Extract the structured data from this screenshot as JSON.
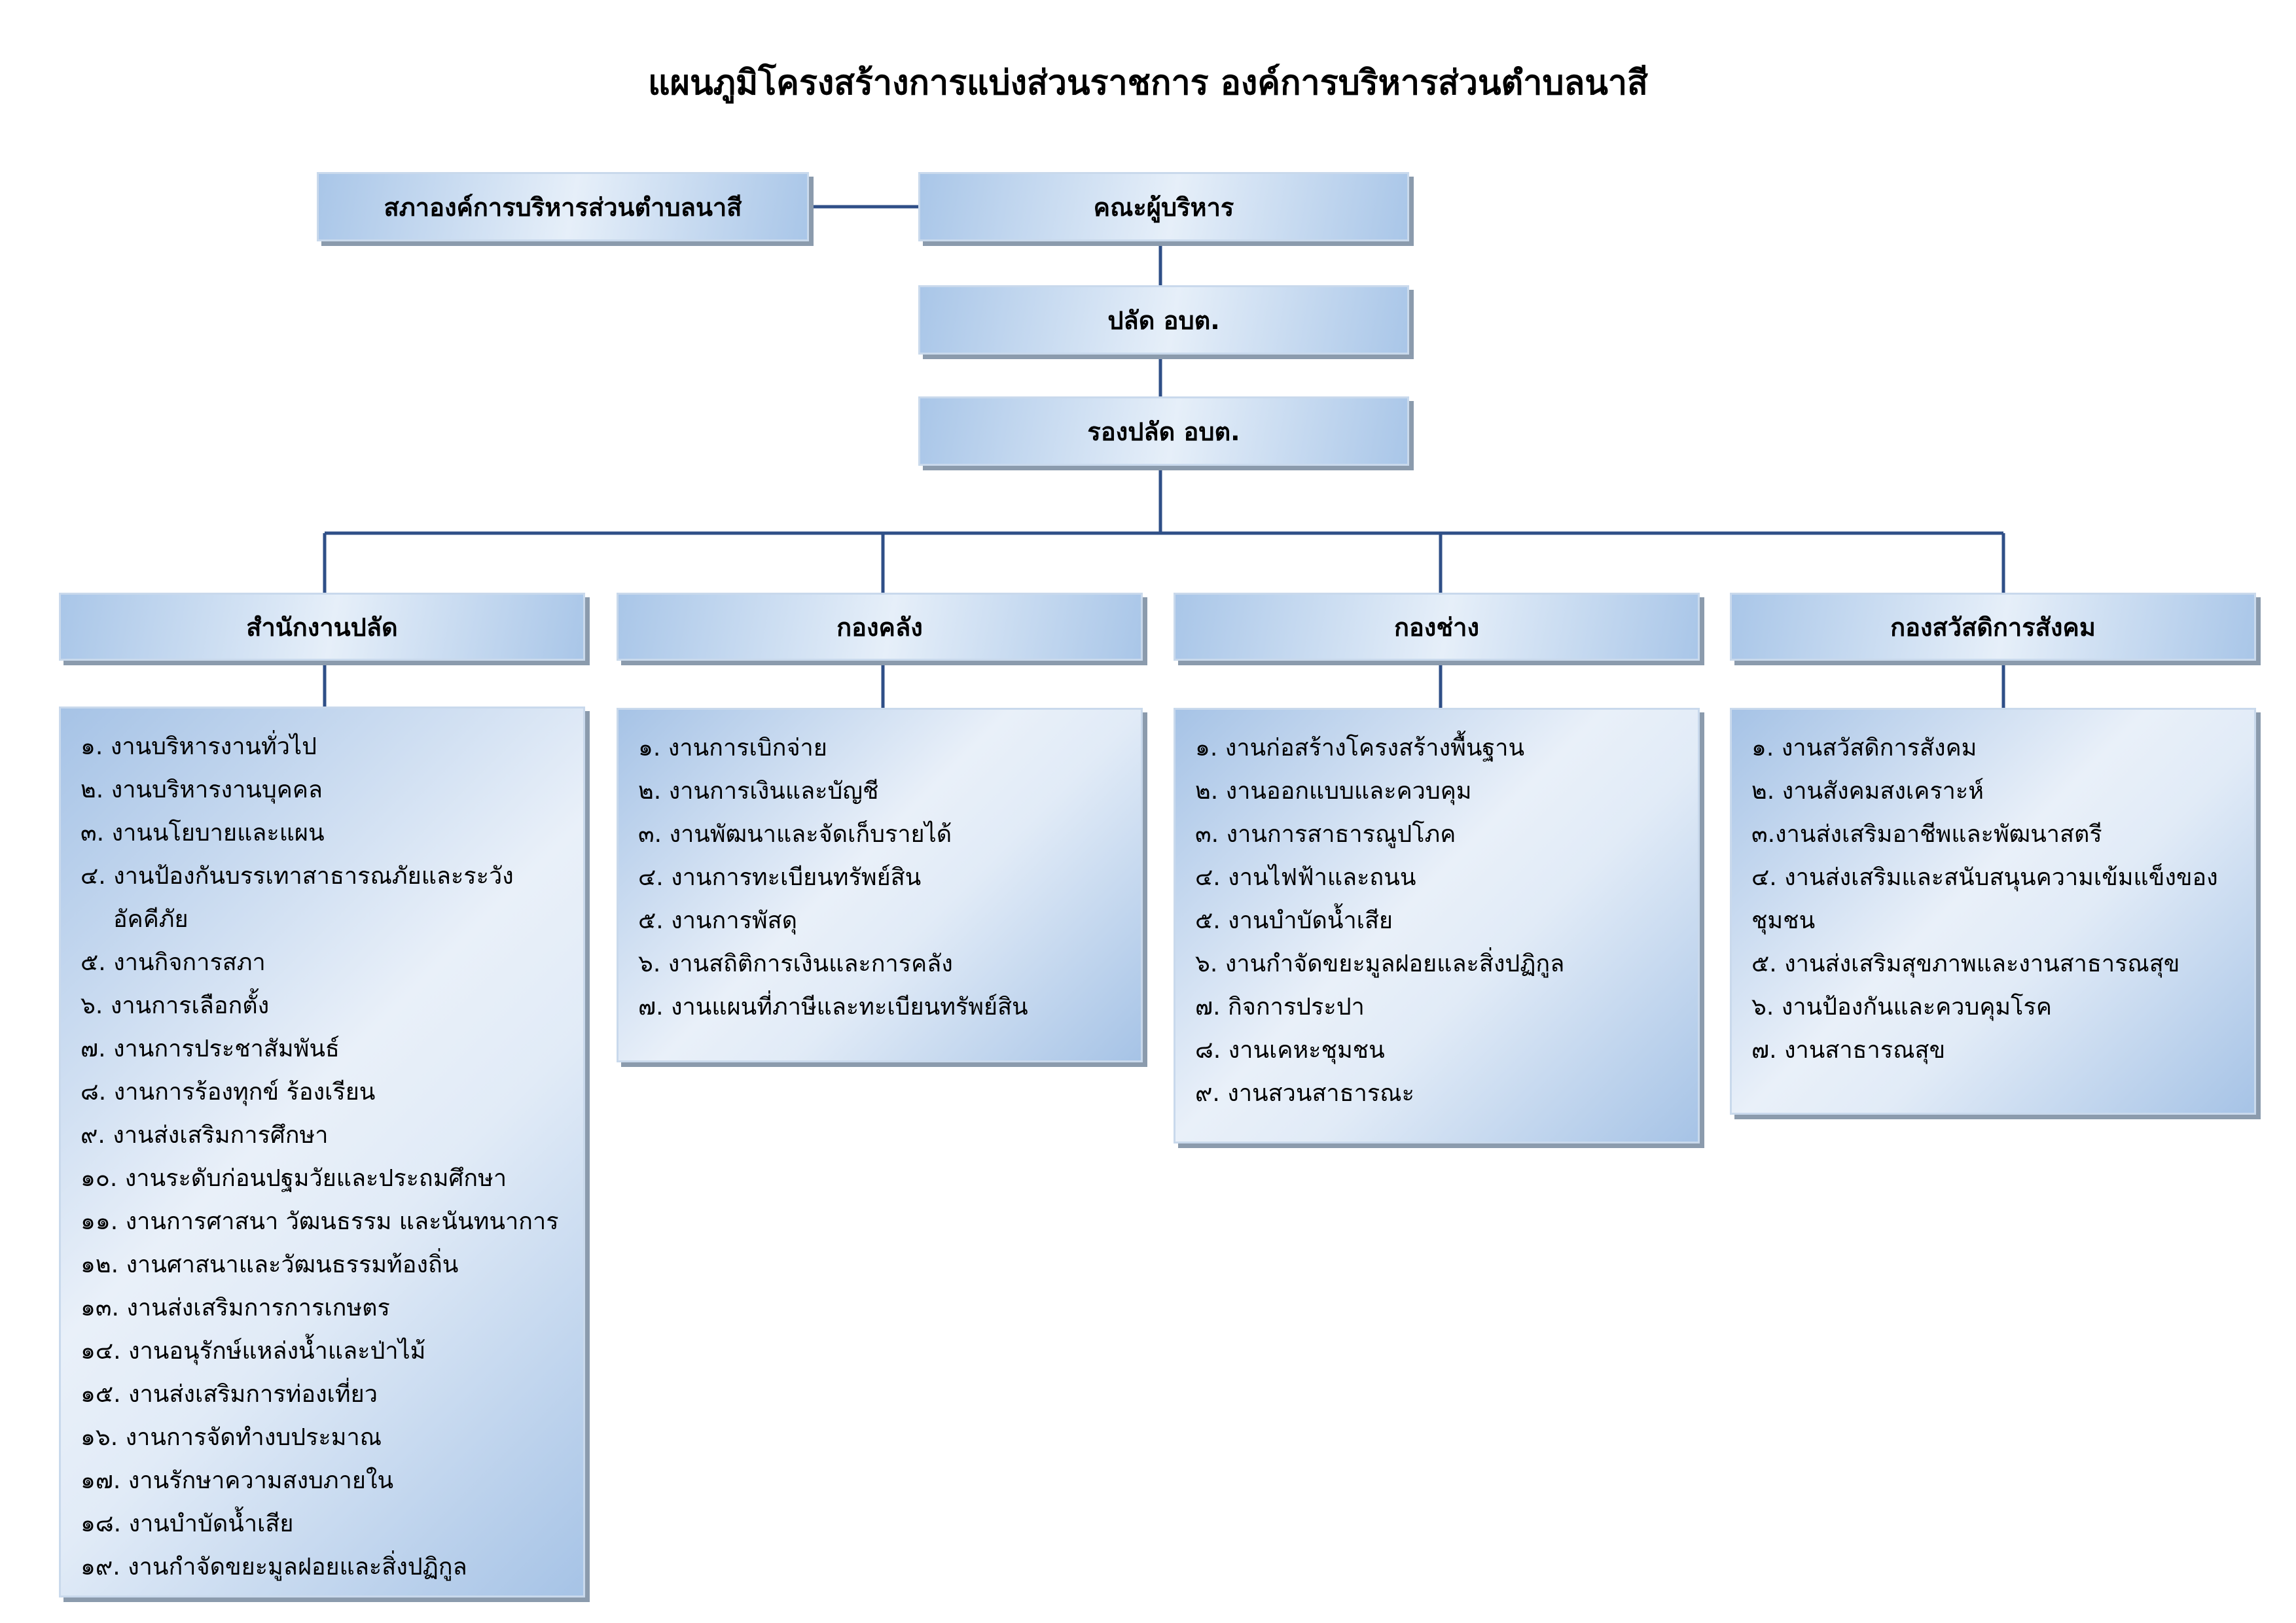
{
  "title": "แผนภูมิโครงสร้างการแบ่งส่วนราชการ องค์การบริหารส่วนตำบลนาสี",
  "council": "สภาองค์การบริหารส่วนตำบลนาสี",
  "executives": "คณะผู้บริหาร",
  "chief": "ปลัด อบต.",
  "deputy_chief": "รองปลัด อบต.",
  "divisions": [
    {
      "name": "สำนักงานปลัด",
      "items": [
        "๑. งานบริหารงานทั่วไป",
        "๒. งานบริหารงานบุคคล",
        "๓. งานนโยบายและแผน",
        "๔. งานป้องกันบรรเทาสาธารณภัยและระวัง",
        "อัคคีภัย",
        "๕. งานกิจการสภา",
        "๖. งานการเลือกตั้ง",
        "๗. งานการประชาสัมพันธ์",
        "๘. งานการร้องทุกข์ ร้องเรียน",
        "๙. งานส่งเสริมการศึกษา",
        "๑๐. งานระดับก่อนปฐมวัยและประถมศึกษา",
        "๑๑. งานการศาสนา วัฒนธรรม และนันทนาการ",
        "๑๒. งานศาสนาและวัฒนธรรมท้องถิ่น",
        "๑๓. งานส่งเสริมการการเกษตร",
        "๑๔. งานอนุรักษ์แหล่งน้ำและป่าไม้",
        "๑๕. งานส่งเสริมการท่องเที่ยว",
        "๑๖. งานการจัดทำงบประมาณ",
        "๑๗. งานรักษาความสงบภายใน",
        "๑๘. งานบำบัดน้ำเสีย",
        "๑๙. งานกำจัดขยะมูลฝอยและสิ่งปฏิกูล"
      ]
    },
    {
      "name": "กองคลัง",
      "items": [
        "๑. งานการเบิกจ่าย",
        "๒. งานการเงินและบัญชี",
        "๓. งานพัฒนาและจัดเก็บรายได้",
        "๔. งานการทะเบียนทรัพย์สิน",
        "๕. งานการพัสดุ",
        "๖. งานสถิติการเงินและการคลัง",
        "๗. งานแผนที่ภาษีและทะเบียนทรัพย์สิน"
      ]
    },
    {
      "name": "กองช่าง",
      "items": [
        "๑. งานก่อสร้างโครงสร้างพื้นฐาน",
        "๒. งานออกแบบและควบคุม",
        "๓. งานการสาธารณูปโภค",
        "๔. งานไฟฟ้าและถนน",
        "๕. งานบำบัดน้ำเสีย",
        "๖. งานกำจัดขยะมูลฝอยและสิ่งปฏิกูล",
        "๗.  กิจการประปา",
        "๘. งานเคหะชุมชน",
        "๙. งานสวนสาธารณะ"
      ]
    },
    {
      "name": "กองสวัสดิการสังคม",
      "items": [
        "๑. งานสวัสดิการสังคม",
        "๒. งานสังคมสงเคราะห์",
        "๓.งานส่งเสริมอาชีพและพัฒนาสตรี",
        "๔. งานส่งเสริมและสนับสนุนความเข้มแข็งของ",
        "ชุมชน",
        "๕. งานส่งเสริมสุขภาพและงานสาธารณสุข",
        "๖. งานป้องกันและควบคุมโรค",
        "๗. งานสาธารณสุข"
      ]
    }
  ],
  "colors": {
    "connector": "#2f4f87",
    "box_light": "#e6eff9",
    "box_dark": "#a9c6e8"
  }
}
